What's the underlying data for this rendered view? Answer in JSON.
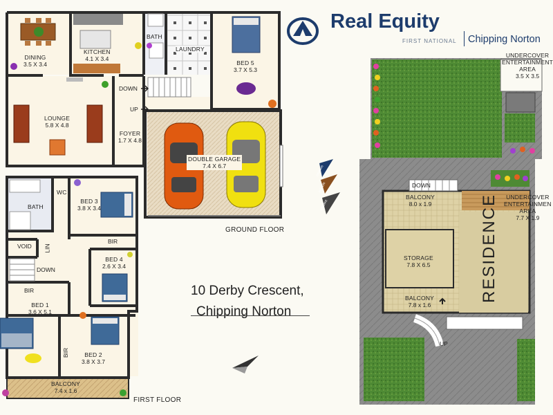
{
  "brand": {
    "name": "Real Equity",
    "tagline": "FIRST NATIONAL",
    "suburb": "Chipping Norton"
  },
  "address": {
    "line1": "10 Derby Crescent,",
    "line2": "Chipping Norton"
  },
  "floors": {
    "ground": "GROUND FLOOR",
    "first": "FIRST FLOOR"
  },
  "ground_rooms": {
    "dining": {
      "name": "DINING",
      "dims": "3.5 X 3.4"
    },
    "kitchen": {
      "name": "KITCHEN",
      "dims": "4.1 X 3.4"
    },
    "bath": {
      "name": "BATH"
    },
    "laundry": {
      "name": "LAUNDRY"
    },
    "bed5": {
      "name": "BED 5",
      "dims": "3.7 X 5.3"
    },
    "lounge": {
      "name": "LOUNGE",
      "dims": "5.8 X 4.8"
    },
    "foyer": {
      "name": "FOYER",
      "dims": "1.7 X 4.8"
    },
    "garage": {
      "name": "DOUBLE GARAGE",
      "dims": "7.4 X 6.7"
    },
    "down": "DOWN",
    "up": "UP"
  },
  "first_rooms": {
    "bath": {
      "name": "BATH"
    },
    "wc": {
      "name": "WC"
    },
    "bed3": {
      "name": "BED 3",
      "dims": "3.8 X 3.4"
    },
    "bir_bed3": "BIR",
    "void": "VOID",
    "lin": "LIN",
    "down": "DOWN",
    "bed4": {
      "name": "BED 4",
      "dims": "2.6 X 3.4"
    },
    "bir_bed1": "BIR",
    "bed1": {
      "name": "BED 1",
      "dims": "3.6 X 5.1"
    },
    "bir_bed2": "BIR",
    "bed2": {
      "name": "BED 2",
      "dims": "3.8 X 3.7"
    },
    "balcony": {
      "name": "BALCONY",
      "dims": "7.4 x 1.6"
    }
  },
  "site": {
    "undercover_top": {
      "line1": "UNDERCOVER",
      "line2": "ENTERTAINMENT",
      "line3": "AREA",
      "dims": "3.5 X 3.5"
    },
    "undercover_mid": {
      "line1": "UNDERCOVER",
      "line2": "ENTERTAINMEN",
      "line3": "AREA",
      "dims": "7.7 X 1.9"
    },
    "down": "DOWN",
    "balcony_top": {
      "name": "BALCONY",
      "dims": "8.0 x 1.9"
    },
    "storage": {
      "name": "STORAGE",
      "dims": "7.8 X 6.5"
    },
    "balcony_bottom": {
      "name": "BALCONY",
      "dims": "7.8 x 1.6"
    },
    "residence": "RESIDENCE",
    "up": "UP"
  },
  "badge": {
    "line1": "creative",
    "line2": "reliable",
    "line3": "efficient"
  },
  "colors": {
    "brand_blue": "#1d3c6c",
    "grass": "#4e8a34",
    "paving": "#8c8c8c",
    "timber": "#c89a5c",
    "car_orange": "#e05a10",
    "car_yellow": "#f0e010"
  }
}
